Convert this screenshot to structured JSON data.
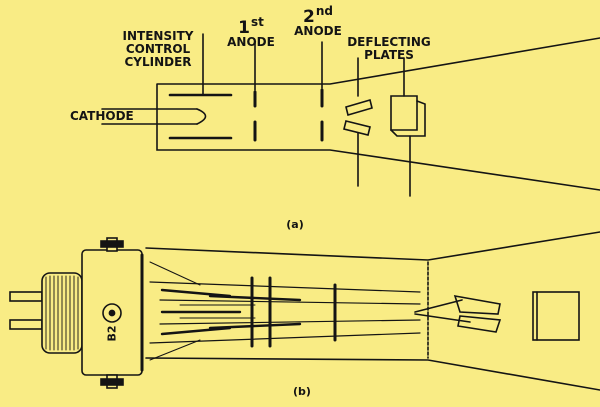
{
  "colors": {
    "background": "#f9ec85",
    "ink": "#141414"
  },
  "diagram_a": {
    "labels": {
      "intensity_line1": "INTENSITY",
      "intensity_line2": "CONTROL",
      "intensity_line3": "CYLINDER",
      "first_num": "1",
      "first_sup": "st",
      "first_word": "ANODE",
      "second_num": "2",
      "second_sup": "nd",
      "second_word": "ANODE",
      "deflecting_line1": "DEFLECTING",
      "deflecting_line2": "PLATES",
      "cathode": "CATHODE"
    },
    "caption": "(a)"
  },
  "diagram_b": {
    "socket_mark": "B2",
    "caption": "(b)"
  }
}
